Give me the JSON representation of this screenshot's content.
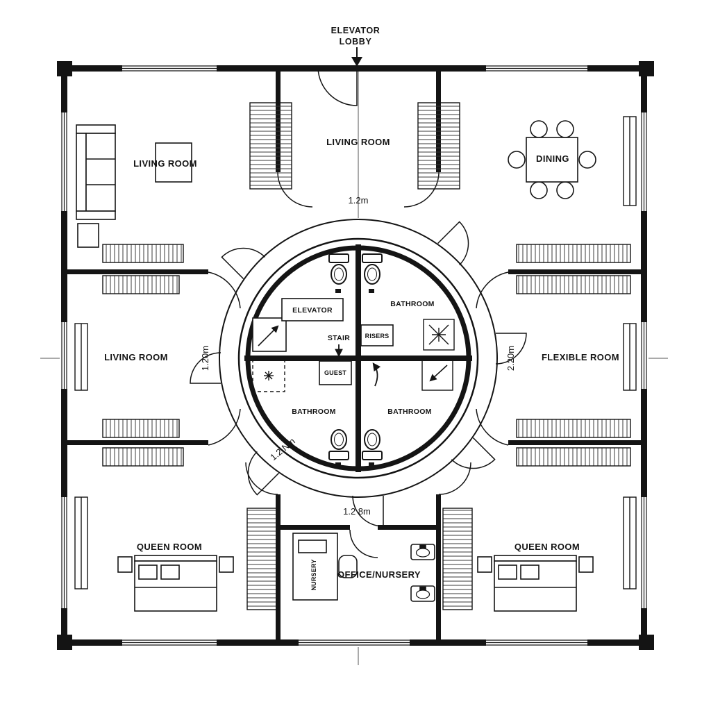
{
  "page": {
    "ink_color": "#141414",
    "background_color": "#ffffff"
  },
  "header": {
    "label_line1": "ELEVATOR",
    "label_line2": "LOBBY"
  },
  "rooms": {
    "top_left": "LIVING ROOM",
    "top_center": "LIVING ROOM",
    "top_right": "DINING",
    "mid_left": "LIVING ROOM",
    "mid_right": "FLEXIBLE ROOM",
    "bottom_left": "QUEEN ROOM",
    "bottom_center": "OFFICE/NURSERY",
    "bottom_right": "QUEEN ROOM"
  },
  "core": {
    "elevator": "ELEVATOR",
    "stair": "STAIR",
    "risers": "RISERS",
    "guest": "GUEST",
    "bathroom_top": "BATHROOM",
    "bathroom_bottom_left": "BATHROOM",
    "bathroom_bottom_right": "BATHROOM"
  },
  "dimensions": {
    "corridor_top": "1.2m",
    "corridor_left": "1.20m",
    "corridor_right": "2.20m",
    "corridor_bottom_diagonal": "1.2 Nm",
    "corridor_bottom": "1.2 8m"
  },
  "annotations": {
    "desk_label": "NURSERY"
  }
}
